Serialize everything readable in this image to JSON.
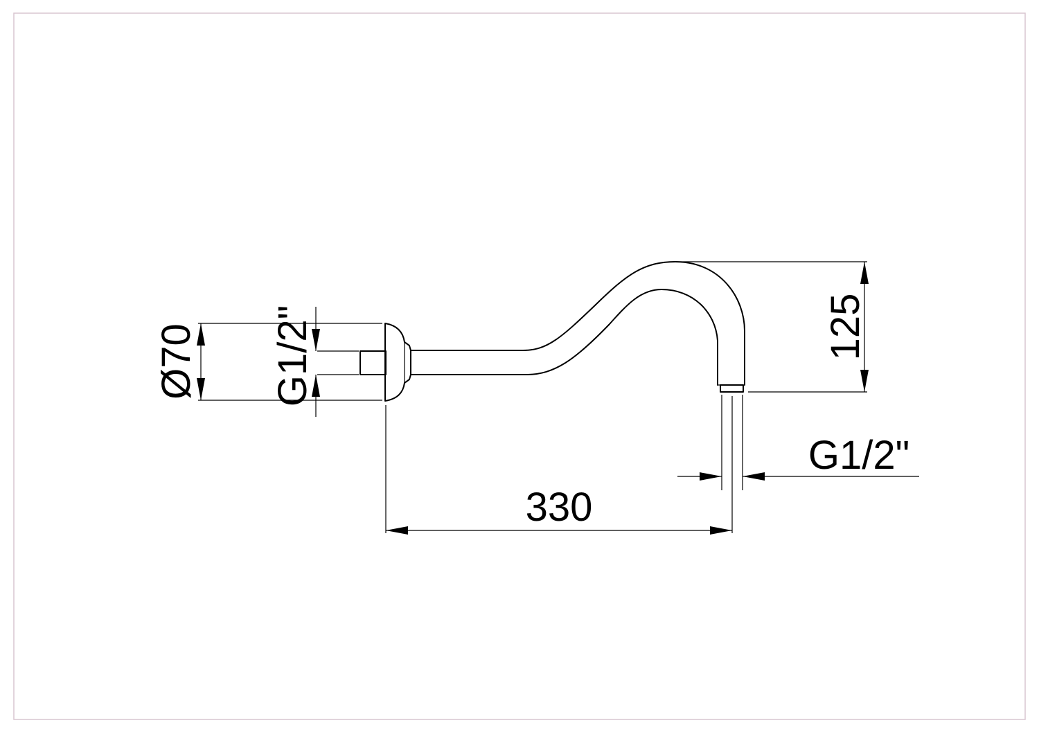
{
  "drawing": {
    "dimensions": {
      "flange_diameter": "Ø70",
      "inlet_thread": "G1/2\"",
      "outlet_thread": "G1/2\"",
      "height": "125",
      "length": "330"
    }
  }
}
